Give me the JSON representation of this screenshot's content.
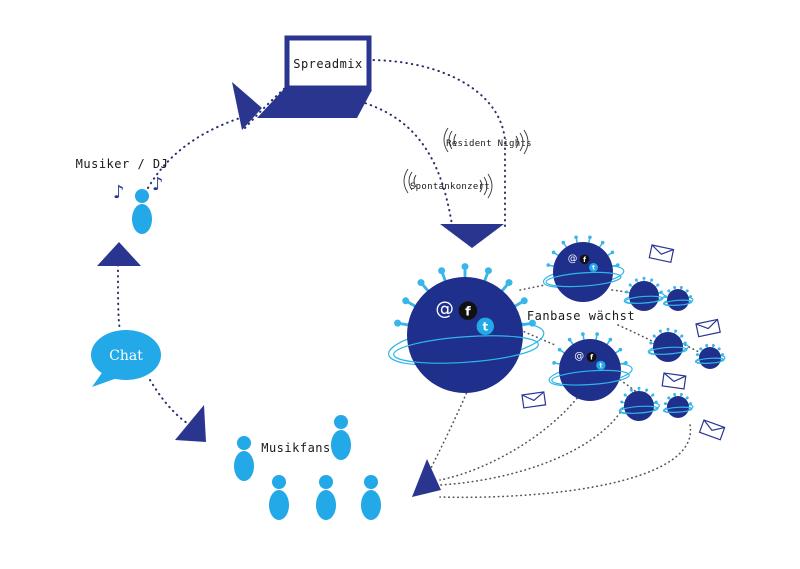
{
  "colors": {
    "navy": "#2a3590",
    "deep": "#1f2f8c",
    "sky": "#23a8e8",
    "light": "#38b6ea",
    "ink": "#1a1a1a"
  },
  "labels": {
    "spreadmix": "Spreadmix",
    "resident_nights": "Resident Nights",
    "spontankonzert": "Spontankonzert",
    "musiker_dj": "Musiker / DJ",
    "chat": "Chat",
    "musikfans": "Musikfans",
    "fanbase": "Fanbase wächst"
  },
  "icons": {
    "at": "@",
    "facebook": "f",
    "twitter": "t",
    "note": "♪"
  }
}
